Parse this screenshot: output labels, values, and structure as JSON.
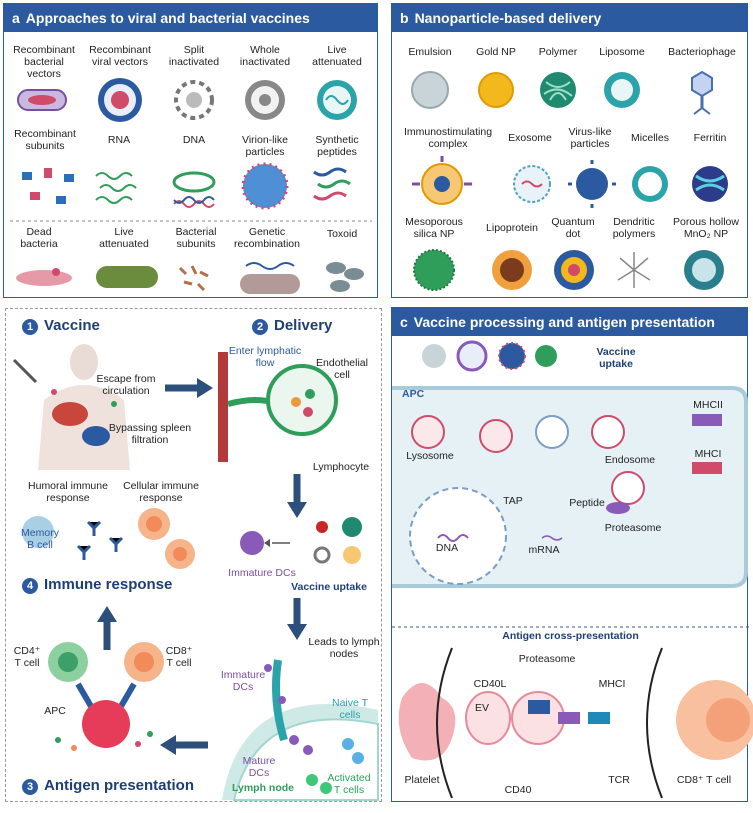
{
  "panel_a": {
    "letter": "a",
    "title": "Approaches to viral and bacterial vaccines",
    "row1": [
      "Recombinant bacterial vectors",
      "Recombinant viral vectors",
      "Split inactivated",
      "Whole inactivated",
      "Live attenuated"
    ],
    "row2": [
      "Recombinant subunits",
      "RNA",
      "DNA",
      "Virion-like particles",
      "Synthetic peptides"
    ],
    "row3": [
      "Dead bacteria",
      "Live attenuated",
      "Bacterial subunits",
      "Genetic recombination",
      "Toxoid"
    ]
  },
  "panel_b": {
    "letter": "b",
    "title": "Nanoparticle-based delivery",
    "row1": [
      "Emulsion",
      "Gold NP",
      "Polymer",
      "Liposome",
      "Bacteriophage"
    ],
    "row2": [
      "Immunostimulating complex",
      "Exosome",
      "Virus-like particles",
      "Micelles",
      "Ferritin"
    ],
    "row3": [
      "Mesoporous silica NP",
      "Lipoprotein",
      "Quantum dot",
      "Dendritic polymers",
      "Porous hollow MnO₂ NP"
    ]
  },
  "panel_c": {
    "letter": "c",
    "title": "Vaccine processing and antigen presentation",
    "vaccine_uptake": "Vaccine uptake",
    "apc": "APC",
    "lysosome": "Lysosome",
    "mhcii": "MHCII",
    "mhci": "MHCI",
    "endosome": "Endosome",
    "tap": "TAP",
    "peptide": "Peptide",
    "proteasome": "Proteasome",
    "dna": "DNA",
    "mrna": "mRNA",
    "cross_title": "Antigen cross-presentation",
    "cross_proteasome": "Proteasome",
    "cd40l": "CD40L",
    "cross_mhci": "MHCI",
    "ev": "EV",
    "platelet": "Platelet",
    "cd40": "CD40",
    "tcr": "TCR",
    "cd8_tcell": "CD8⁺ T cell"
  },
  "left": {
    "step1_num": "1",
    "step1": "Vaccine",
    "step2_num": "2",
    "step2": "Delivery",
    "step3_num": "3",
    "step3": "Antigen presentation",
    "step4_num": "4",
    "step4": "Immune response",
    "escape": "Escape from circulation",
    "bypass": "Bypassing spleen filtration",
    "enter_lymph": "Enter lymphatic flow",
    "endothelial": "Endothelial cell",
    "lymphocyte": "Lymphocyte",
    "humoral": "Humoral immune response",
    "cellular": "Cellular immune response",
    "memory_b": "Memory B cell",
    "immature_dcs": "Immature DCs",
    "vaccine_uptake": "Vaccine uptake",
    "leads_to": "Leads to lymph nodes",
    "immature_dcs2": "Immature DCs",
    "naive": "Naive T cells",
    "mature": "Mature DCs",
    "lymph_node": "Lymph node",
    "activated": "Activated T cells",
    "cd4": "CD4⁺ T cell",
    "cd8": "CD8⁺ T cell",
    "apc": "APC"
  }
}
